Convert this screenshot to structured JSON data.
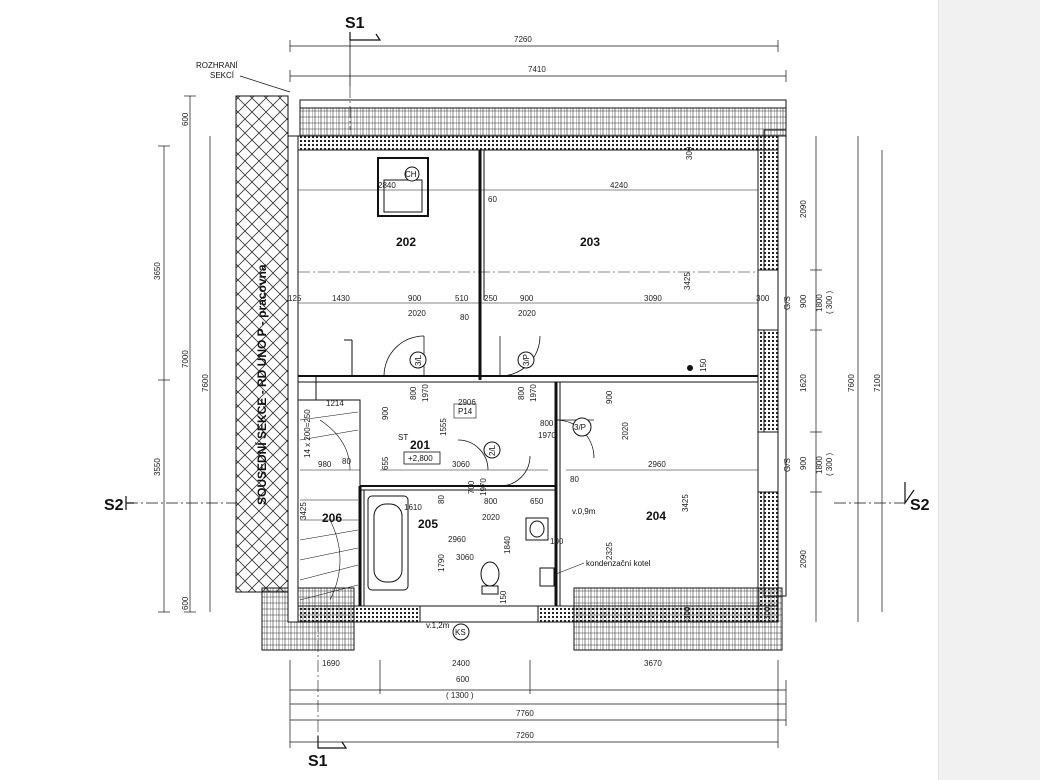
{
  "section_labels": {
    "s1": "S1",
    "s2": "S2"
  },
  "neighbor_label": "SOUSEDNÍ SEKCE - RD UNO P - pracovna",
  "section_boundary": {
    "line1": "ROZHRANÍ",
    "line2": "SEKCÍ"
  },
  "rooms": {
    "r202": "202",
    "r203": "203",
    "r204": "204",
    "r205": "205",
    "r206": "206",
    "r201": "201",
    "level": "+2,800",
    "p14": "P14",
    "st": "ST",
    "ch": "CH",
    "ks": "KS",
    "boiler": "kondenzační kotel"
  },
  "doors": {
    "d1": "3/L",
    "d2": "3/P",
    "d3": "3/P",
    "d4": "2/L"
  },
  "windows": {
    "v1": "v.1,2m",
    "v2": "v.0,9m"
  },
  "dims_top": {
    "outer": "7260",
    "inner": "7410"
  },
  "dims_bottom": {
    "seg1": "1690",
    "seg2": "2400",
    "seg3": "3670",
    "seg4": "600",
    "seg4b": "( 1300 )",
    "total1": "7760",
    "total2": "7260"
  },
  "dims_left": {
    "d600a": "600",
    "d3650": "3650",
    "d7000": "7000",
    "d7600": "7600",
    "d3550": "3550",
    "d600b": "600"
  },
  "dims_right": {
    "d2090a": "2090",
    "d900a": "900",
    "d1800a": "1800",
    "d300a": "( 300 )",
    "d1620": "1620",
    "d7600": "7600",
    "d7100": "7100",
    "d900b": "900",
    "d1800b": "1800",
    "d300b": "( 300 )",
    "d2090b": "2090",
    "g1": "G/S",
    "g2": "G/S"
  },
  "dims_inner": {
    "a2840": "2840",
    "a4240": "4240",
    "a60": "60",
    "a125": "125",
    "a1430": "1430",
    "a900a": "900",
    "a510": "510",
    "a250": "250",
    "a900b": "900",
    "a3090": "3090",
    "a300": "300",
    "a2020a": "2020",
    "a80a": "80",
    "a2020b": "2020",
    "a3425a": "3425",
    "a300b": "300",
    "a150": "150",
    "a1214": "1214",
    "a900c": "900",
    "a800a": "800",
    "a1970a": "1970",
    "a2906": "2906",
    "a1555": "1555",
    "a800b": "800",
    "a1970b": "1970",
    "a800c": "800",
    "a1970c": "1970",
    "a900d": "900",
    "a2020c": "2020",
    "a14": "14 x 200=250",
    "a980": "980",
    "a80b": "80",
    "a655": "655",
    "a3060a": "3060",
    "a2960a": "2960",
    "a80c": "80",
    "a3425b": "3425",
    "a3425c": "3425",
    "a1610": "1610",
    "a700": "700",
    "a1970d": "1970",
    "a80d": "80",
    "a800d": "800",
    "a650": "650",
    "a2020d": "2020",
    "a2960b": "2960",
    "a3060b": "3060",
    "a1840": "1840",
    "a1790": "1790",
    "a2325": "2325",
    "a100": "100",
    "a150b": "150",
    "a300c": "300",
    "a300d": "300"
  }
}
